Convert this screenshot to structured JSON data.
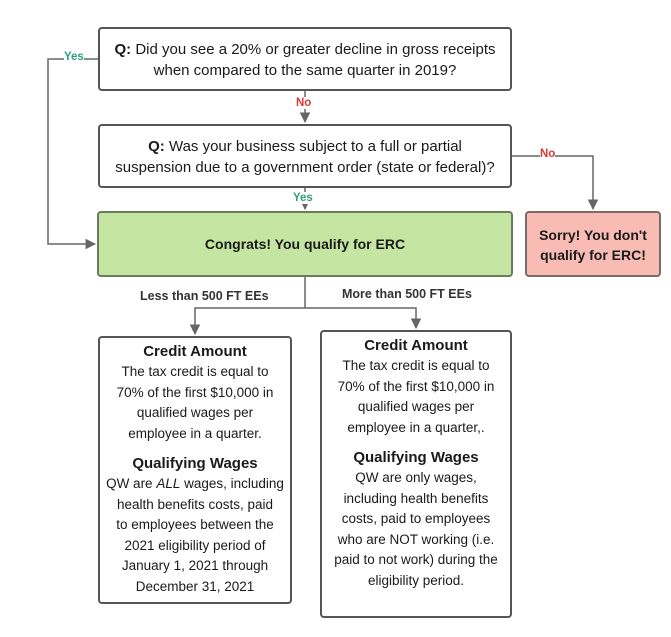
{
  "q1": {
    "prefix": "Q:",
    "text_line1": " Did you see a 20% or greater decline in gross receipts",
    "text_line2": "when compared to the same quarter in 2019?"
  },
  "q2": {
    "prefix": "Q:",
    "text_line1": " Was your business subject to a full or partial",
    "text_line2": "suspension due to a government order (state or federal)?"
  },
  "congrats": "Congrats! You qualify for ERC",
  "sorry": {
    "line1": "Sorry! You don't",
    "line2": "qualify for ERC!"
  },
  "labels": {
    "yes_q1": "Yes",
    "no_q1": "No",
    "no_q2": "No",
    "yes_q2": "Yes",
    "less_than": "Less than 500 FT EEs",
    "more_than": "More than 500 FT EEs"
  },
  "left_card": {
    "title": "Credit Amount",
    "body": [
      "The tax credit is equal to",
      "70% of the first $10,000 in",
      "qualified wages per",
      "employee in a quarter."
    ],
    "qw_title": "Qualifying Wages",
    "qw_prefix": "QW are ",
    "qw_emph": "ALL",
    "qw_suffix": " wages, including",
    "qw_body": [
      "health benefits costs, paid",
      "to employees between the",
      "2021 eligibility period of",
      "January 1, 2021 through",
      "December 31, 2021"
    ]
  },
  "right_card": {
    "title": "Credit Amount",
    "body": [
      "The tax credit is equal to",
      "70% of the first $10,000 in",
      "qualified wages per",
      "employee in a quarter,."
    ],
    "qw_title": "Qualifying Wages",
    "qw_body": [
      "QW are only wages,",
      "including health benefits",
      "costs, paid to employees",
      "who are NOT working (i.e.",
      "paid to not work) during the",
      "eligibility period."
    ]
  },
  "colors": {
    "congrats_fill": "#c5e5a2",
    "sorry_fill": "#f8bcb4",
    "yes_label": "#2f9e7f",
    "no_label": "#d63a3a",
    "connector": "#666666"
  }
}
